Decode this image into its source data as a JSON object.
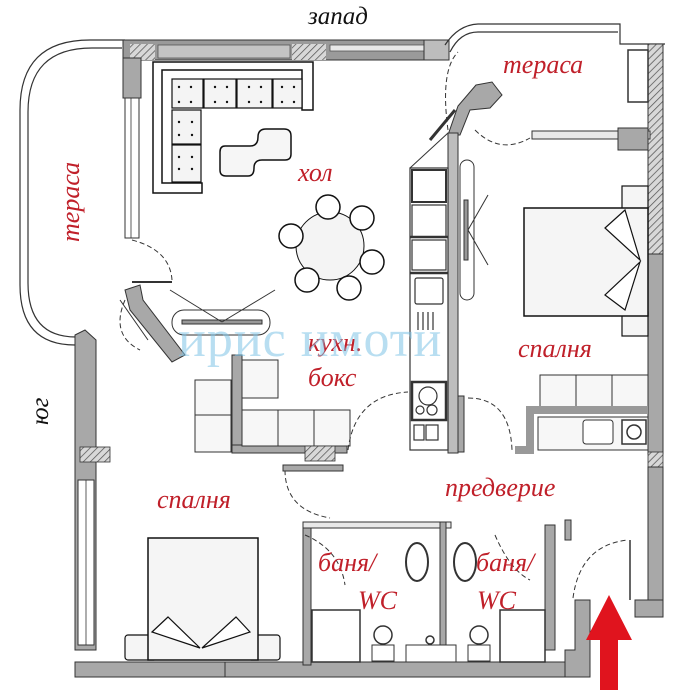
{
  "plan": {
    "type": "apartment floor plan",
    "orientation": {
      "top": "запад",
      "left": "юг"
    },
    "rooms": [
      {
        "id": "terrace_left",
        "label": "тераса"
      },
      {
        "id": "terrace_right",
        "label": "тераса"
      },
      {
        "id": "living",
        "label": "хол"
      },
      {
        "id": "kitchen_line1",
        "label": "кухн."
      },
      {
        "id": "kitchen_line2",
        "label": "бокс"
      },
      {
        "id": "bedroom_right",
        "label": "спалня"
      },
      {
        "id": "bedroom_left",
        "label": "спалня"
      },
      {
        "id": "hallway",
        "label": "предверие"
      },
      {
        "id": "bath1_line1",
        "label": "баня/"
      },
      {
        "id": "bath1_line2",
        "label": "WC"
      },
      {
        "id": "bath2_line1",
        "label": "баня/"
      },
      {
        "id": "bath2_line2",
        "label": "WC"
      }
    ],
    "watermark": "ирис имоти",
    "entrance_arrow": {
      "direction": "up",
      "color": "#e0141e"
    }
  },
  "colors": {
    "room_label": "#c0202a",
    "wall_fill": "#b0b0b0",
    "wall_stroke": "#333333",
    "watermark": "#7fc4e6",
    "arrow": "#e0141e"
  }
}
